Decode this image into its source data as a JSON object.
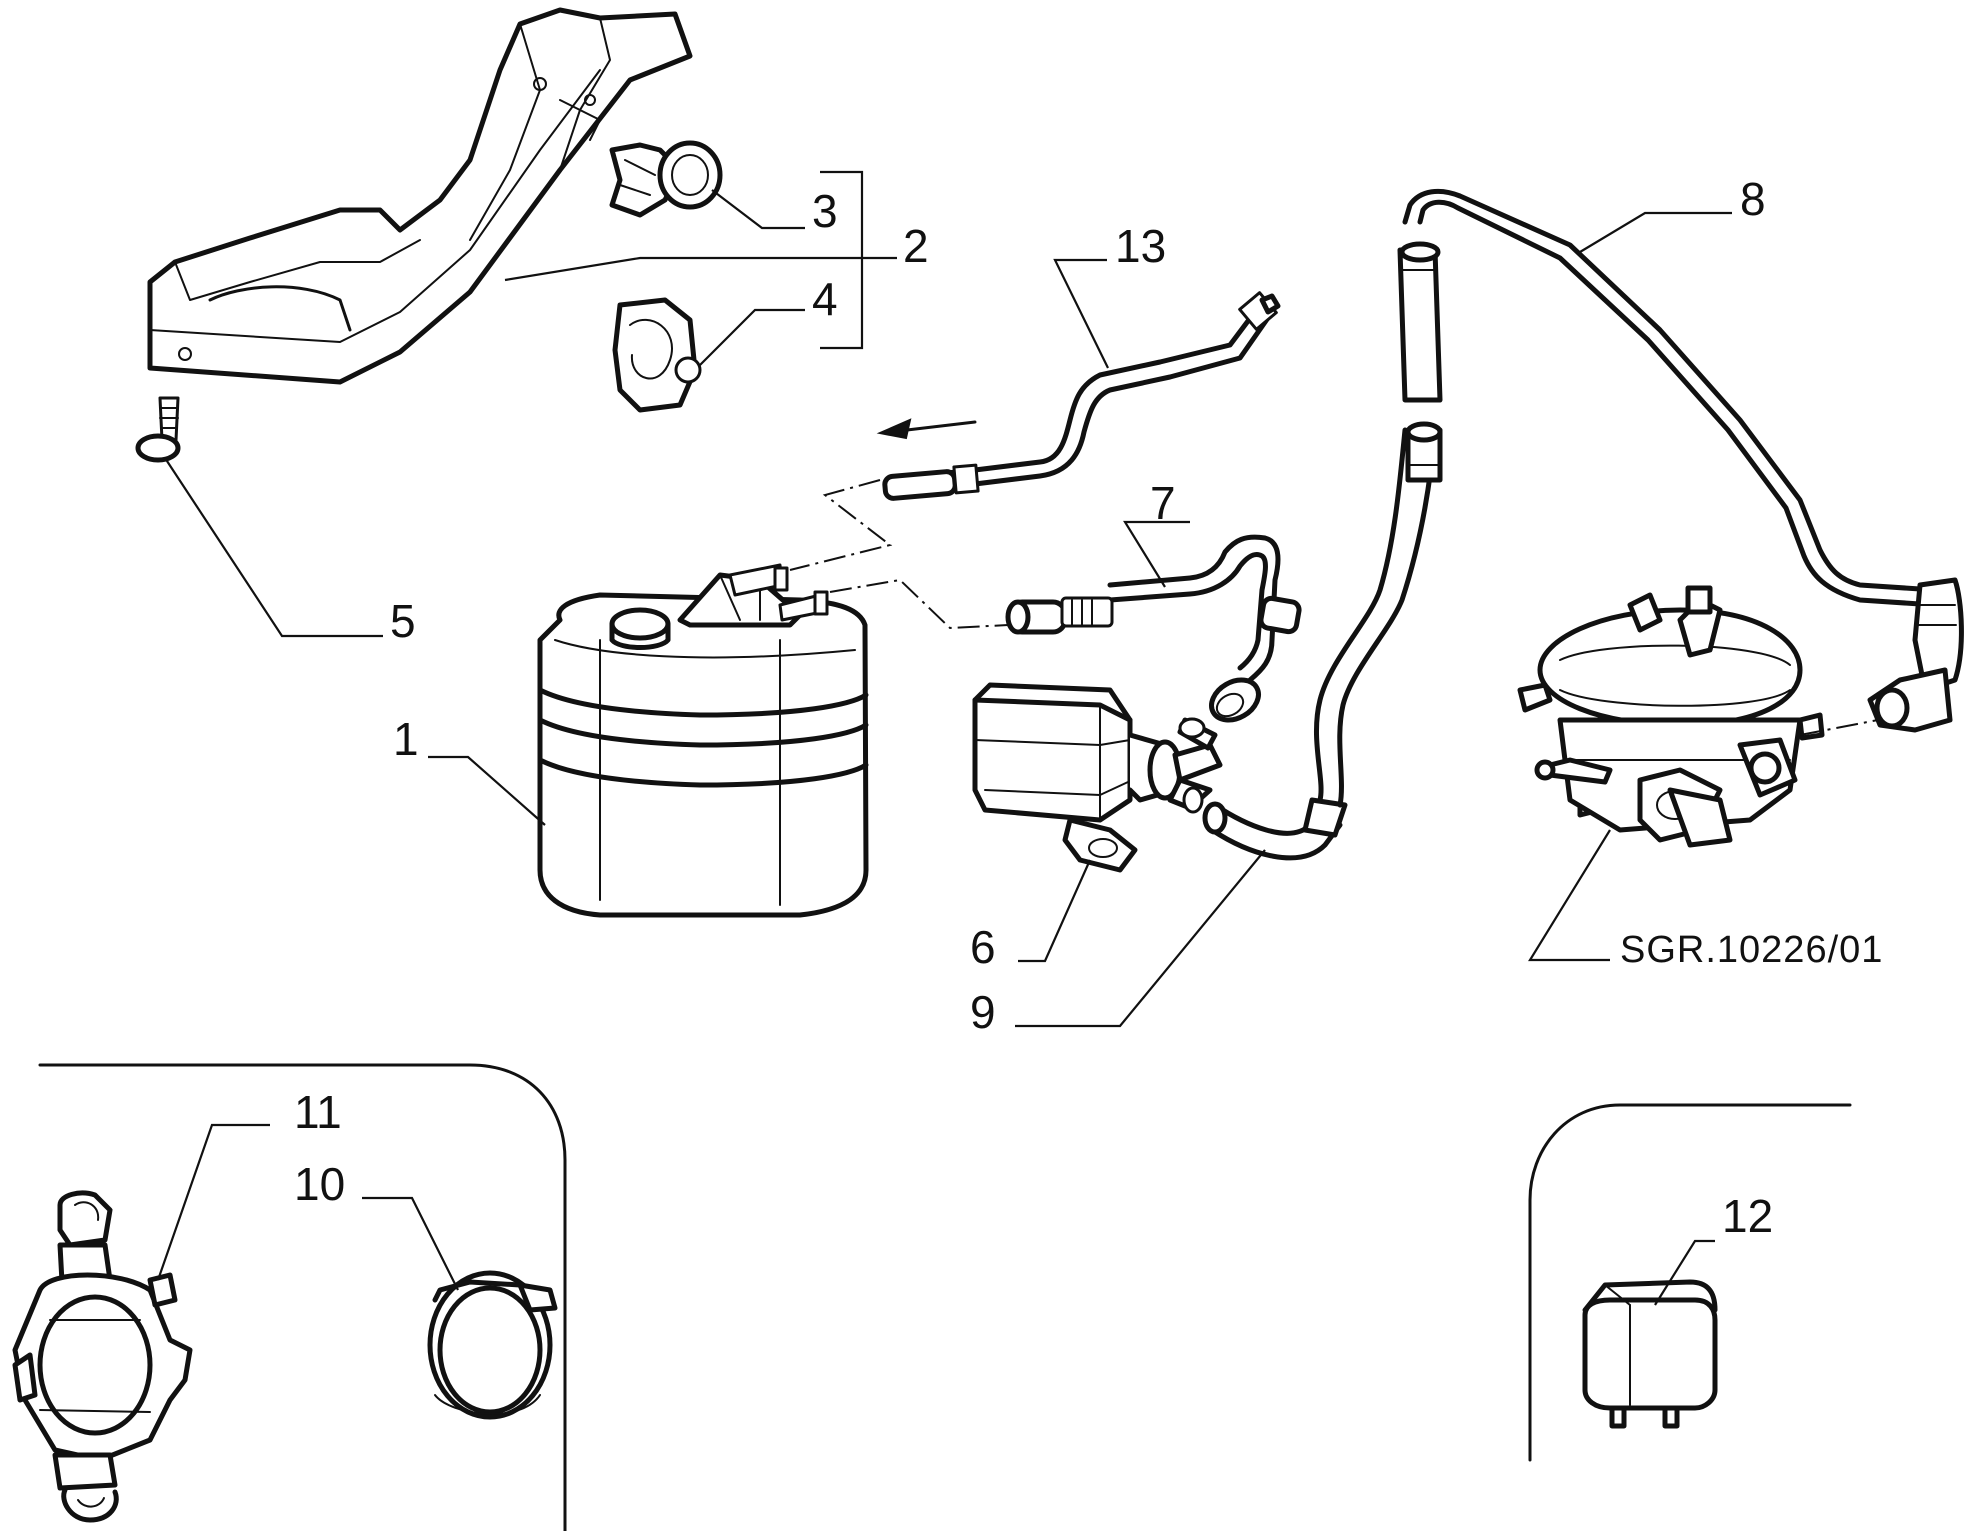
{
  "diagram": {
    "reference_code": "SGR.10226/01",
    "callouts": {
      "c1": "1",
      "c2": "2",
      "c3": "3",
      "c4": "4",
      "c5": "5",
      "c6": "6",
      "c7": "7",
      "c8": "8",
      "c9": "9",
      "c10": "10",
      "c11": "11",
      "c12": "12",
      "c13": "13"
    },
    "colors": {
      "ink": "#111111",
      "background": "#ffffff"
    }
  }
}
